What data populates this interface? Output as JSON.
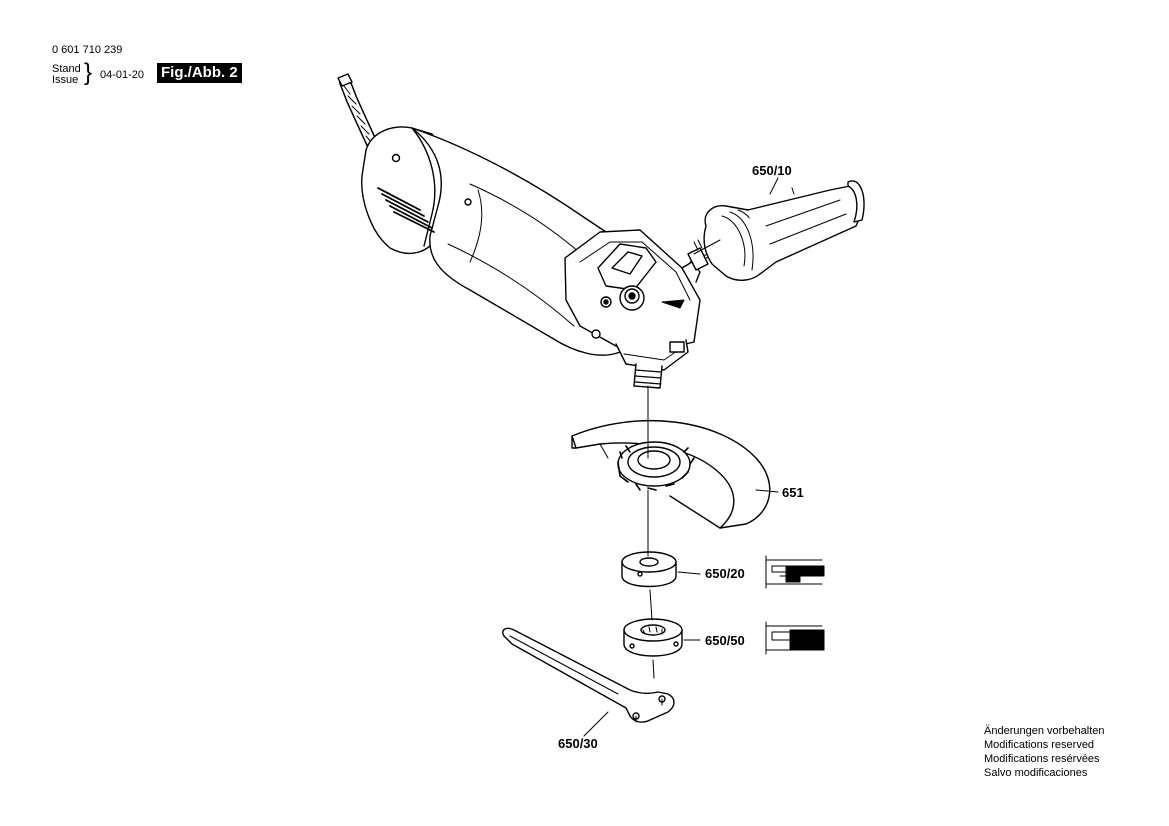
{
  "header": {
    "part_number": "0 601 710 239",
    "stand_label": "Stand",
    "issue_label": "Issue",
    "date": "04-01-20",
    "figure": "Fig./Abb. 2"
  },
  "parts": [
    {
      "id": "650/10"
    },
    {
      "id": "651"
    },
    {
      "id": "650/20"
    },
    {
      "id": "650/50"
    },
    {
      "id": "650/30"
    }
  ],
  "notes": [
    "Änderungen vorbehalten",
    "Modifications reserved",
    "Modifications resérvées",
    "Salvo modificaciones"
  ]
}
